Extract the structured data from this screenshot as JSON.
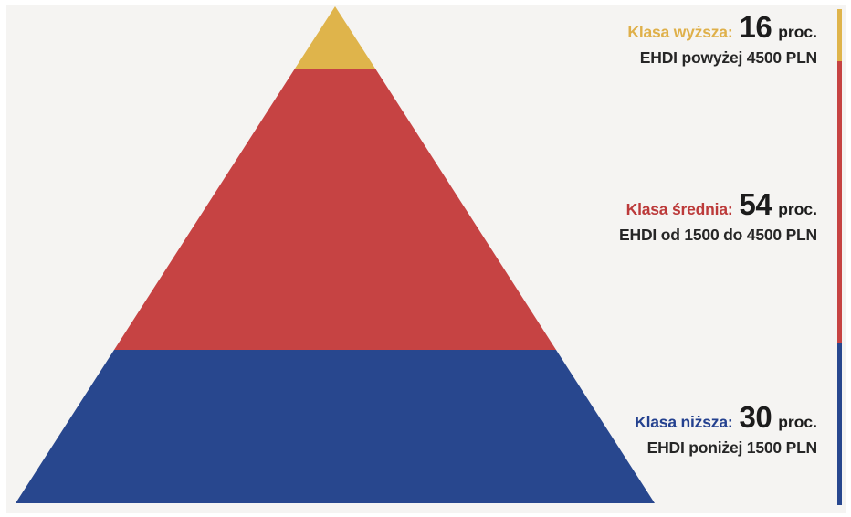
{
  "colors": {
    "page_background": "#ffffff",
    "panel_background": "#f5f4f2",
    "number_text": "#1c1c1c",
    "description_text": "#262626"
  },
  "chart_data": {
    "type": "pyramid",
    "value_unit": "proc.",
    "legend_position": "right-edge-bar",
    "labels_alignment": "right",
    "segments": [
      {
        "name": "Klasa wyższa",
        "label": "Klasa wyższa:",
        "value": 16,
        "suffix": "proc.",
        "description": "EHDI powyżej 4500 PLN",
        "fill": "#dfb44b",
        "label_color": "#dfb04a"
      },
      {
        "name": "Klasa średnia",
        "label": "Klasa średnia:",
        "value": 54,
        "suffix": "proc.",
        "description": "EHDI od 1500 do 4500 PLN",
        "fill": "#c64343",
        "label_color": "#bc3a3a"
      },
      {
        "name": "Klasa niższa",
        "label": "Klasa niższa:",
        "value": 30,
        "suffix": "proc.",
        "description": "EHDI poniżej 1500 PLN",
        "fill": "#28478e",
        "label_color": "#24418f"
      }
    ]
  }
}
